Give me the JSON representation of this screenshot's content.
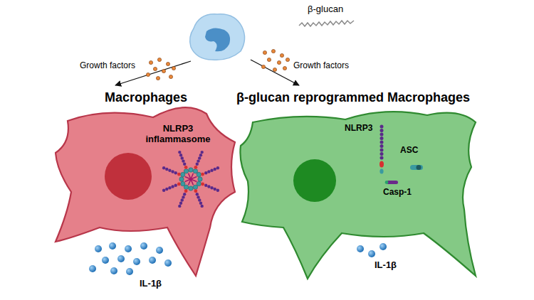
{
  "diagram": {
    "nodes": [
      {
        "text": [
          "Macrophages"
        ]
      },
      {
        "text": [
          "β-glucan reprogrammed Macrophages"
        ]
      }
    ],
    "labels": [
      "β-glucan",
      "Growth factors",
      "Growth factors",
      "NLRP3 inflammasome",
      "IL-1β",
      "NLRP3",
      "ASC",
      "Casp-1",
      "IL-1β"
    ]
  }
}
